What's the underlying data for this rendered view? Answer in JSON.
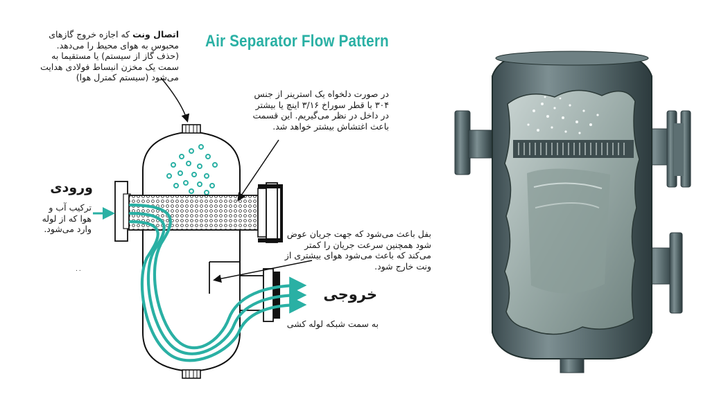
{
  "title": "Air Separator Flow Pattern",
  "vent_note": {
    "heading": "اتصال ونت",
    "body": " که اجازه خروج گازهای محبوس به هوای محیط را می‌دهد. (حذف گاز از سیستم) یا مستقیما به سمت یک مخزن انبساط فولادی هدایت می‌شود (سیستم کمترل هوا)"
  },
  "strainer_note": "در صورت دلخواه یک استرینر از جنس ۳۰۴ با قطر سوراخ ۳/۱۶ اینچ یا بیشتر در داخل در نظر می‌گیریم. این قسمت باعث اغتشاش بیشتر خواهد شد.",
  "inlet": {
    "title": "ورودی",
    "note": "ترکیب آب و هوا که از لوله وارد می‌شود."
  },
  "baffle_note": "بفل باعث می‌شود که جهت جریان عوض شود همچنین سرعت جریان را کمتر می‌کند که باعث می‌شود هوای بیشتری از ونت خارج شود.",
  "outlet": {
    "title": "خروجی",
    "note": "به سمت شبکه لوله کشی"
  },
  "page_mark": "۰۰",
  "colors": {
    "accent": "#2ab0a4",
    "outline": "#111111",
    "steel": "#4a5d61",
    "steel_dark": "#2f3d40",
    "interior": "#a9b8b5"
  }
}
